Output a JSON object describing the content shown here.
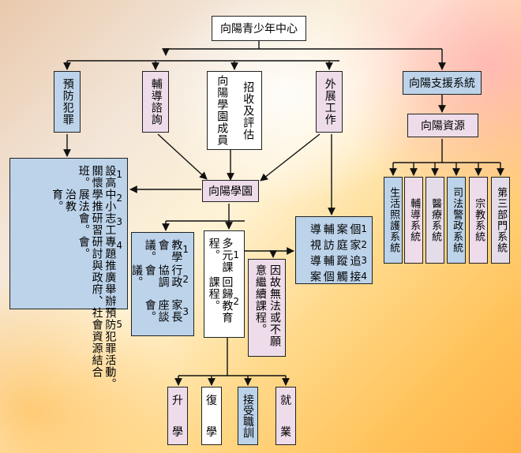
{
  "top": {
    "label": "向陽青少年中心"
  },
  "prevent": {
    "label": "預防犯罪"
  },
  "counsel": {
    "label": "輔導諮詢"
  },
  "admission": {
    "label": "招收及評估"
  },
  "member": {
    "label": "向陽學園成員"
  },
  "external": {
    "label": "外展工作"
  },
  "support": {
    "label": "向陽支援系統"
  },
  "resources": {
    "label": "向陽資源"
  },
  "academy": {
    "label": "向陽學園"
  },
  "prevent_list": [
    {
      "n": "1",
      "text": "設高關懷班。"
    },
    {
      "n": "2",
      "text": "中小學推展法治教育。"
    },
    {
      "n": "3",
      "text": "志工研習會。"
    },
    {
      "n": "4",
      "text": "專題研討會。"
    },
    {
      "n": "5",
      "text": "推廣舉辦預防犯罪活動。與政府、社會資源結合"
    }
  ],
  "parent_list": [
    {
      "n": "1",
      "text": "教學會議。"
    },
    {
      "n": "2",
      "text": "行政協調會議。"
    },
    {
      "n": "3",
      "text": "家長座談會。"
    }
  ],
  "edu_list": [
    {
      "n": "1",
      "text": "多元課程。"
    },
    {
      "n": "2",
      "text": "回歸教育課程。"
    }
  ],
  "discontinue": {
    "label": "因故無法或不願意繼續課程。"
  },
  "outreach_list": [
    {
      "n": "1",
      "text": "個案輔導"
    },
    {
      "n": "2",
      "text": "家庭訪視"
    },
    {
      "n": "3",
      "text": "追蹤輔導"
    },
    {
      "n": "4",
      "text": "接觸個案"
    }
  ],
  "systems": [
    {
      "label": "生活照護系統"
    },
    {
      "label": "輔導系統"
    },
    {
      "label": "醫療系統"
    },
    {
      "label": "司法警政系統"
    },
    {
      "label": "宗教系統"
    },
    {
      "label": "第三部門系統"
    }
  ],
  "outcomes": [
    {
      "a": "升",
      "b": "學"
    },
    {
      "a": "復",
      "b": "學"
    },
    {
      "a": "接受職訓",
      "b": ""
    },
    {
      "a": "就",
      "b": "業"
    }
  ]
}
